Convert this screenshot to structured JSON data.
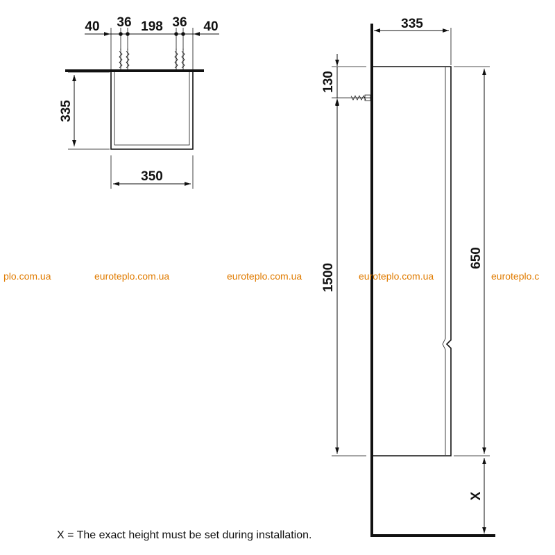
{
  "top_view": {
    "dims_top": [
      "40",
      "36",
      "198",
      "36",
      "40"
    ],
    "depth": "335",
    "width": "350"
  },
  "side_view": {
    "depth": "335",
    "bracket_offset": "130",
    "mount_height": "1500",
    "cabinet_height": "650",
    "floor_gap": "X"
  },
  "watermark": {
    "text": "euroteplo.com.ua",
    "partial_left": "plo.com.ua",
    "partial_right": "euroteplo.c",
    "color": "#e07b00"
  },
  "note": "X = The exact height must be set during installation."
}
